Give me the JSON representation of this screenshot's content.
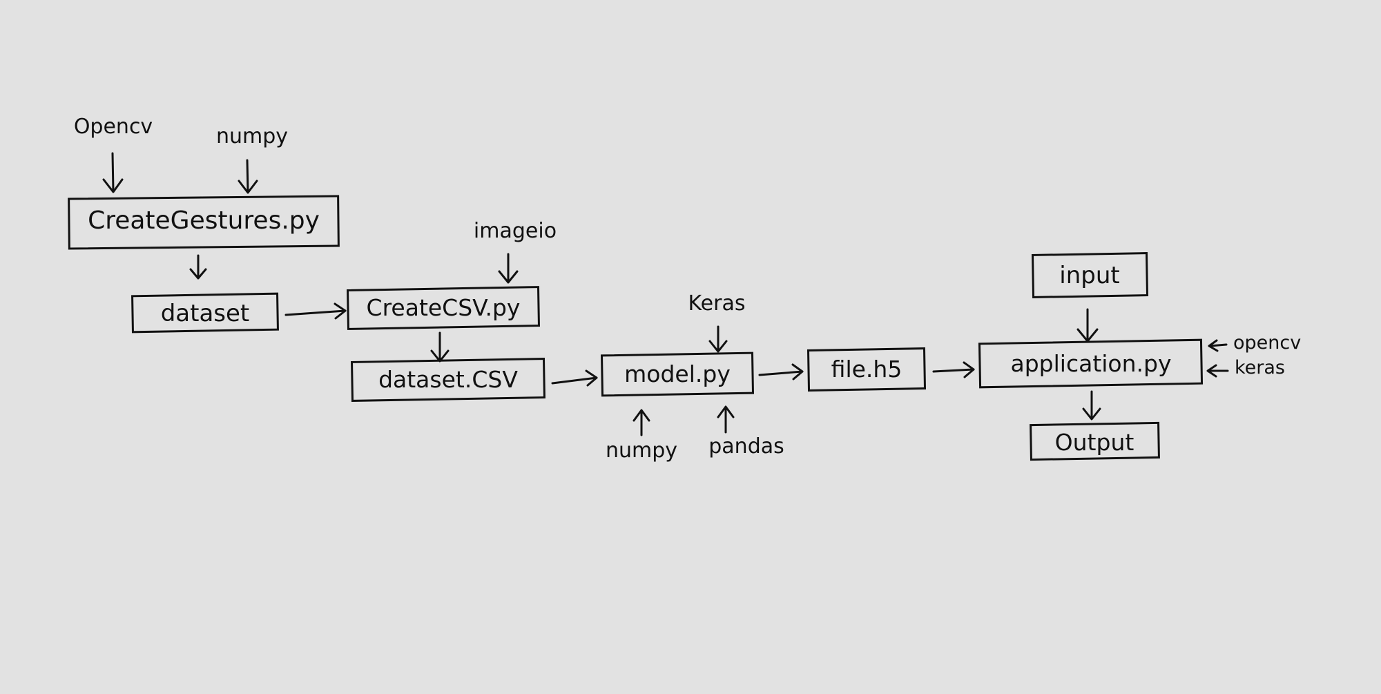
{
  "nodes": {
    "create_gestures": "CreateGestures.py",
    "dataset": "dataset",
    "create_csv": "CreateCSV.py",
    "dataset_csv": "dataset.CSV",
    "model": "model.py",
    "file_h5": "file.h5",
    "application": "application.py",
    "input": "input",
    "output": "Output"
  },
  "libraries": {
    "opencv_top": "Opencv",
    "numpy_top": "numpy",
    "imageio": "imageio",
    "keras_model": "Keras",
    "numpy_model": "numpy",
    "pandas_model": "pandas",
    "opencv_app": "opencv",
    "keras_app": "keras"
  }
}
